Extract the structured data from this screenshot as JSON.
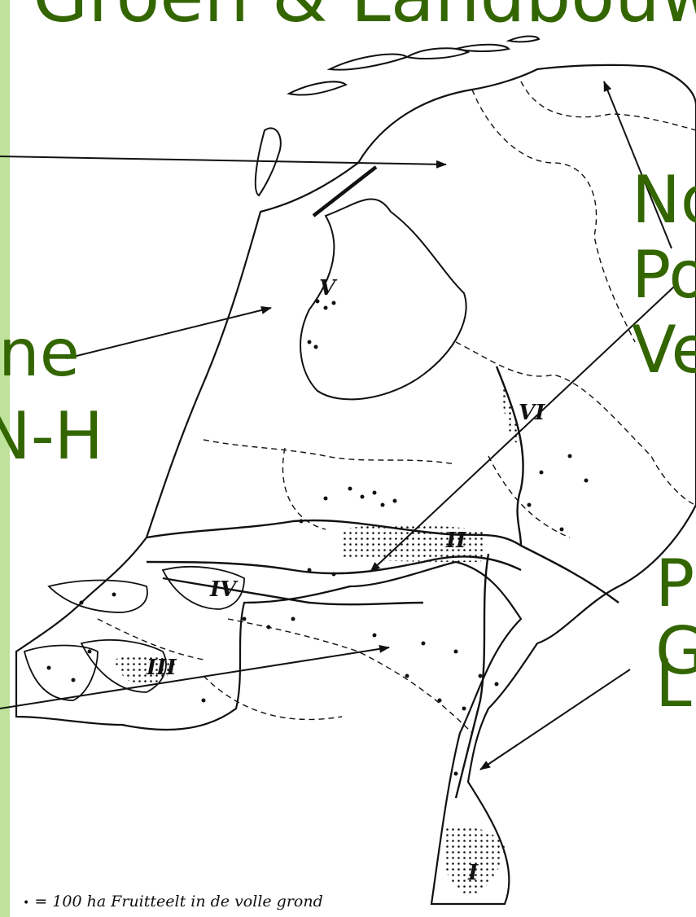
{
  "title": "Groen & Landbouw",
  "labels": {
    "left_1": "ne",
    "left_2": "N-H",
    "right_top_1": "No",
    "right_top_2": "Po",
    "right_top_3": "Ve",
    "right_bottom_1": "P",
    "right_bottom_2": "G",
    "right_bottom_3": "L"
  },
  "regions": [
    "I",
    "II",
    "III",
    "IV",
    "V",
    "VI"
  ],
  "legend": {
    "symbol": "•",
    "text": "= 100 ha Fruitteelt in de volle grond"
  },
  "colors": {
    "sidebar": "#bfe29a",
    "label_text": "#336600",
    "map_ink": "#111111"
  }
}
